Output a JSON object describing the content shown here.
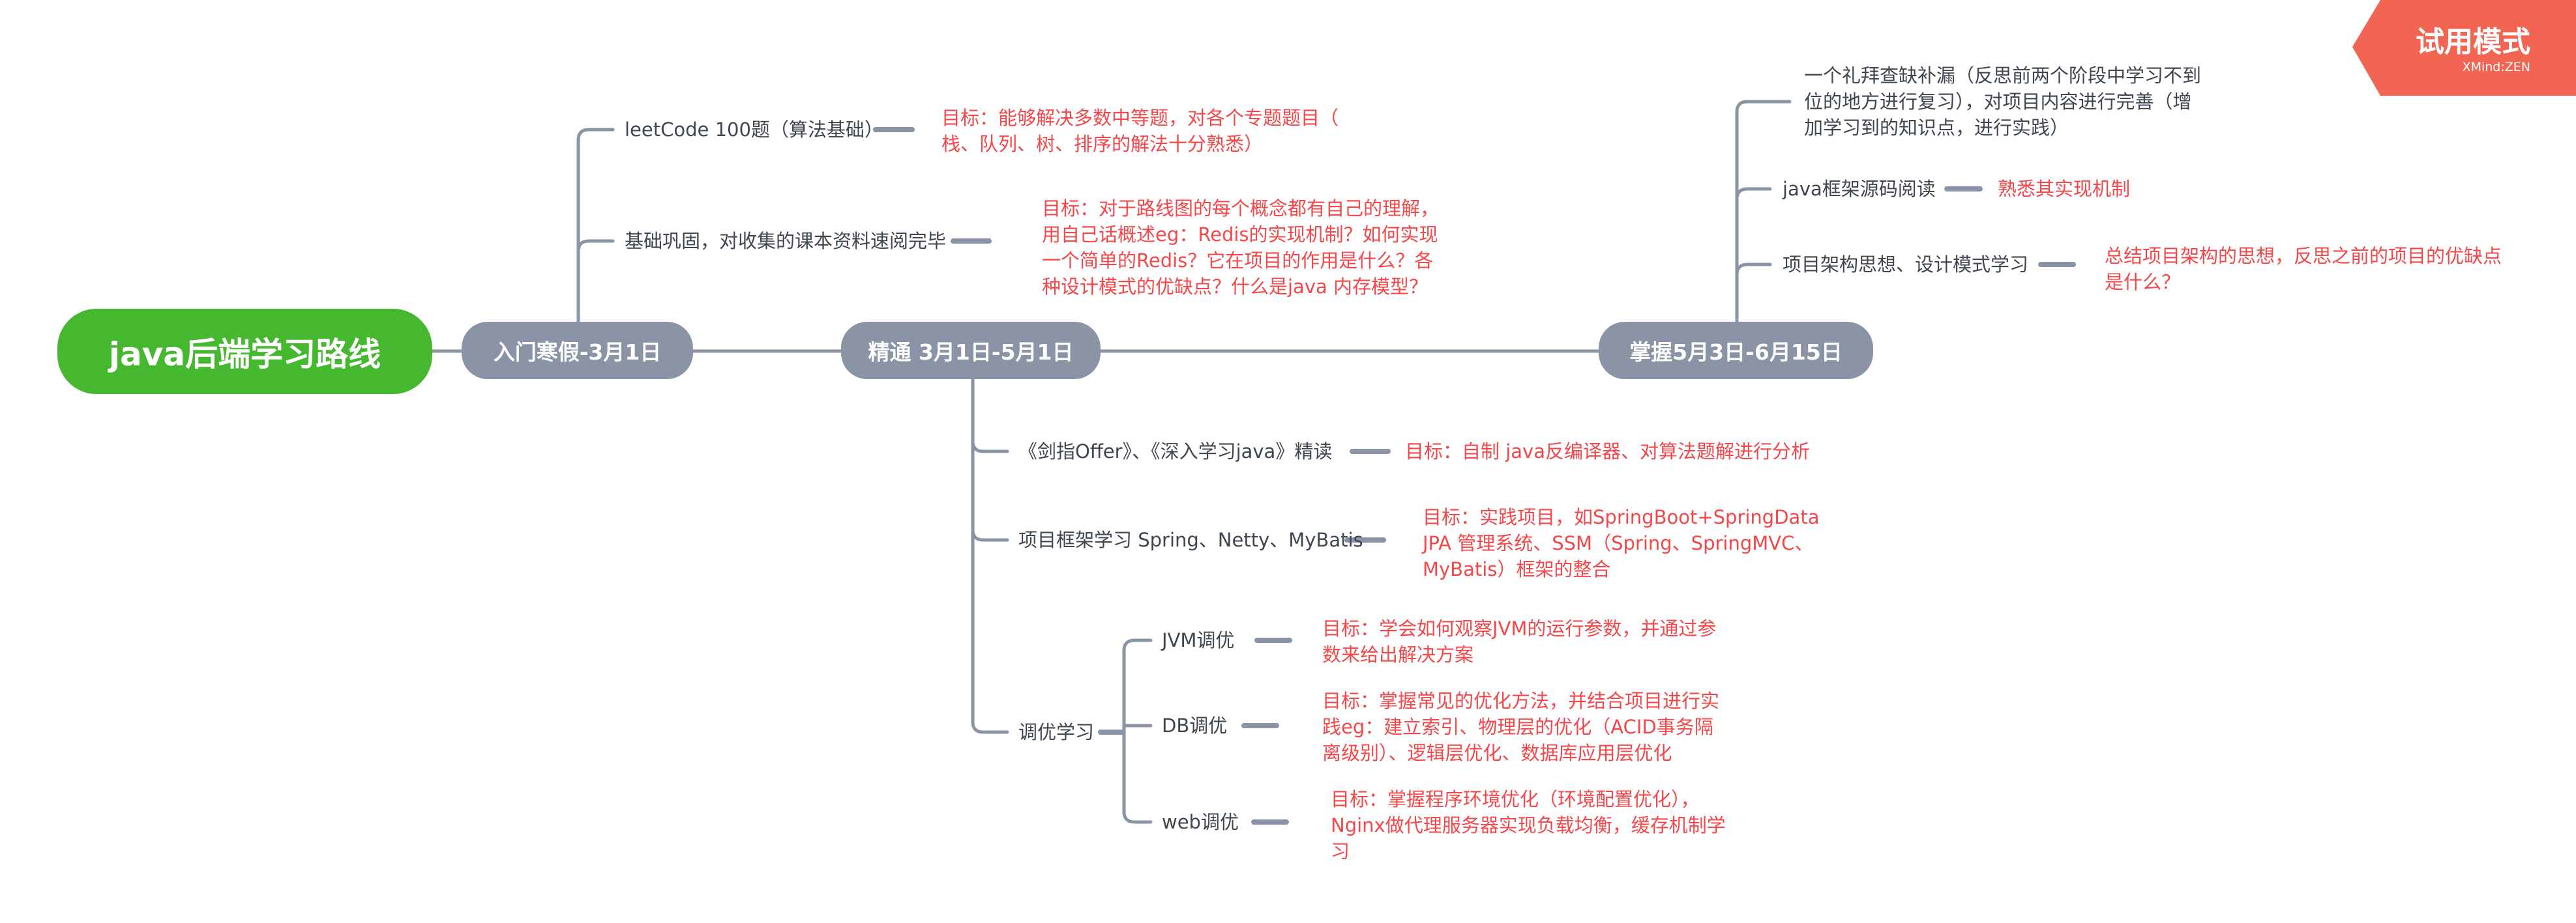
{
  "colors": {
    "root": "#46b830",
    "main": "#8a94a6",
    "goal": "#f5474a",
    "text": "#3f4650",
    "badge": "#f26552"
  },
  "badge": {
    "title": "试用模式",
    "brand": "XMind:ZEN"
  },
  "root": {
    "label": "java后端学习路线"
  },
  "stages": [
    {
      "label": "入门寒假-3月1日",
      "items": [
        {
          "label": "leetCode 100题（算法基础）",
          "goal": [
            "目标：能够解决多数中等题，对各个专题题目（",
            "栈、队列、树、排序的解法十分熟悉）"
          ]
        },
        {
          "label": "基础巩固，对收集的课本资料速阅完毕",
          "goal": [
            "目标：对于路线图的每个概念都有自己的理解，",
            "用自己话概述eg：Redis的实现机制？如何实现",
            "一个简单的Redis？它在项目的作用是什么？各",
            "种设计模式的优缺点？什么是java 内存模型？"
          ]
        }
      ]
    },
    {
      "label": "精通 3月1日-5月1日",
      "items": [
        {
          "label": "《剑指Offer》、《深入学习java》精读",
          "goal": [
            "目标：自制 java反编译器、对算法题解进行分析"
          ]
        },
        {
          "label": "项目框架学习 Spring、Netty、MyBatis",
          "goal": [
            "目标：实践项目，如SpringBoot+SpringData",
            "JPA 管理系统、SSM（Spring、SpringMVC、",
            "MyBatis）框架的整合"
          ]
        },
        {
          "label": "调优学习",
          "children": [
            {
              "label": "JVM调优",
              "goal": [
                "目标：学会如何观察JVM的运行参数，并通过参",
                "数来给出解决方案"
              ]
            },
            {
              "label": "DB调优",
              "goal": [
                "目标：掌握常见的优化方法，并结合项目进行实",
                "践eg：建立索引、物理层的优化（ACID事务隔",
                "离级别）、逻辑层优化、数据库应用层优化"
              ]
            },
            {
              "label": "web调优",
              "goal": [
                "目标：掌握程序环境优化（环境配置优化），",
                "Nginx做代理服务器实现负载均衡，缓存机制学",
                "习"
              ]
            }
          ]
        }
      ]
    },
    {
      "label": "掌握5月3日-6月15日",
      "items": [
        {
          "label": [
            "一个礼拜查缺补漏（反思前两个阶段中学习不到",
            "位的地方进行复习），对项目内容进行完善（增",
            "加学习到的知识点，进行实践）"
          ]
        },
        {
          "label": "java框架源码阅读",
          "goal": [
            "熟悉其实现机制"
          ]
        },
        {
          "label": "项目架构思想、设计模式学习",
          "goal": [
            "总结项目架构的思想，反思之前的项目的优缺点",
            "是什么？"
          ]
        }
      ]
    }
  ]
}
